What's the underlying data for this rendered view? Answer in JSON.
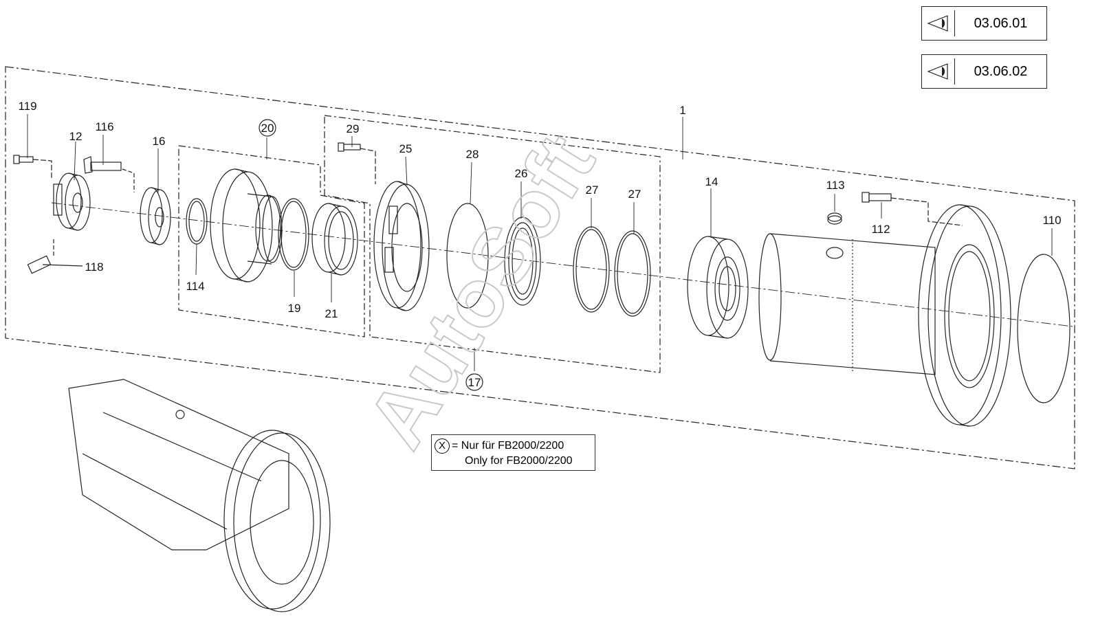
{
  "references": [
    {
      "code": "03.06.01",
      "icon": "eye-icon"
    },
    {
      "code": "03.06.02",
      "icon": "eye-icon"
    }
  ],
  "watermark": "AutoSoft",
  "note": {
    "marker": "X",
    "line1": "= Nur für FB2000/2200",
    "line2": "Only for FB2000/2200"
  },
  "callouts": {
    "c119": "119",
    "c12": "12",
    "c116": "116",
    "c16": "16",
    "c118": "118",
    "c20": "20",
    "c114": "114",
    "c19": "19",
    "c21": "21",
    "c29": "29",
    "c25": "25",
    "c28": "28",
    "c26": "26",
    "c27a": "27",
    "c27b": "27",
    "c17": "17",
    "c1": "1",
    "c14": "14",
    "c113": "113",
    "c112": "112",
    "c110": "110"
  },
  "colors": {
    "line": "#222222",
    "watermark": "#c8c8c8"
  }
}
